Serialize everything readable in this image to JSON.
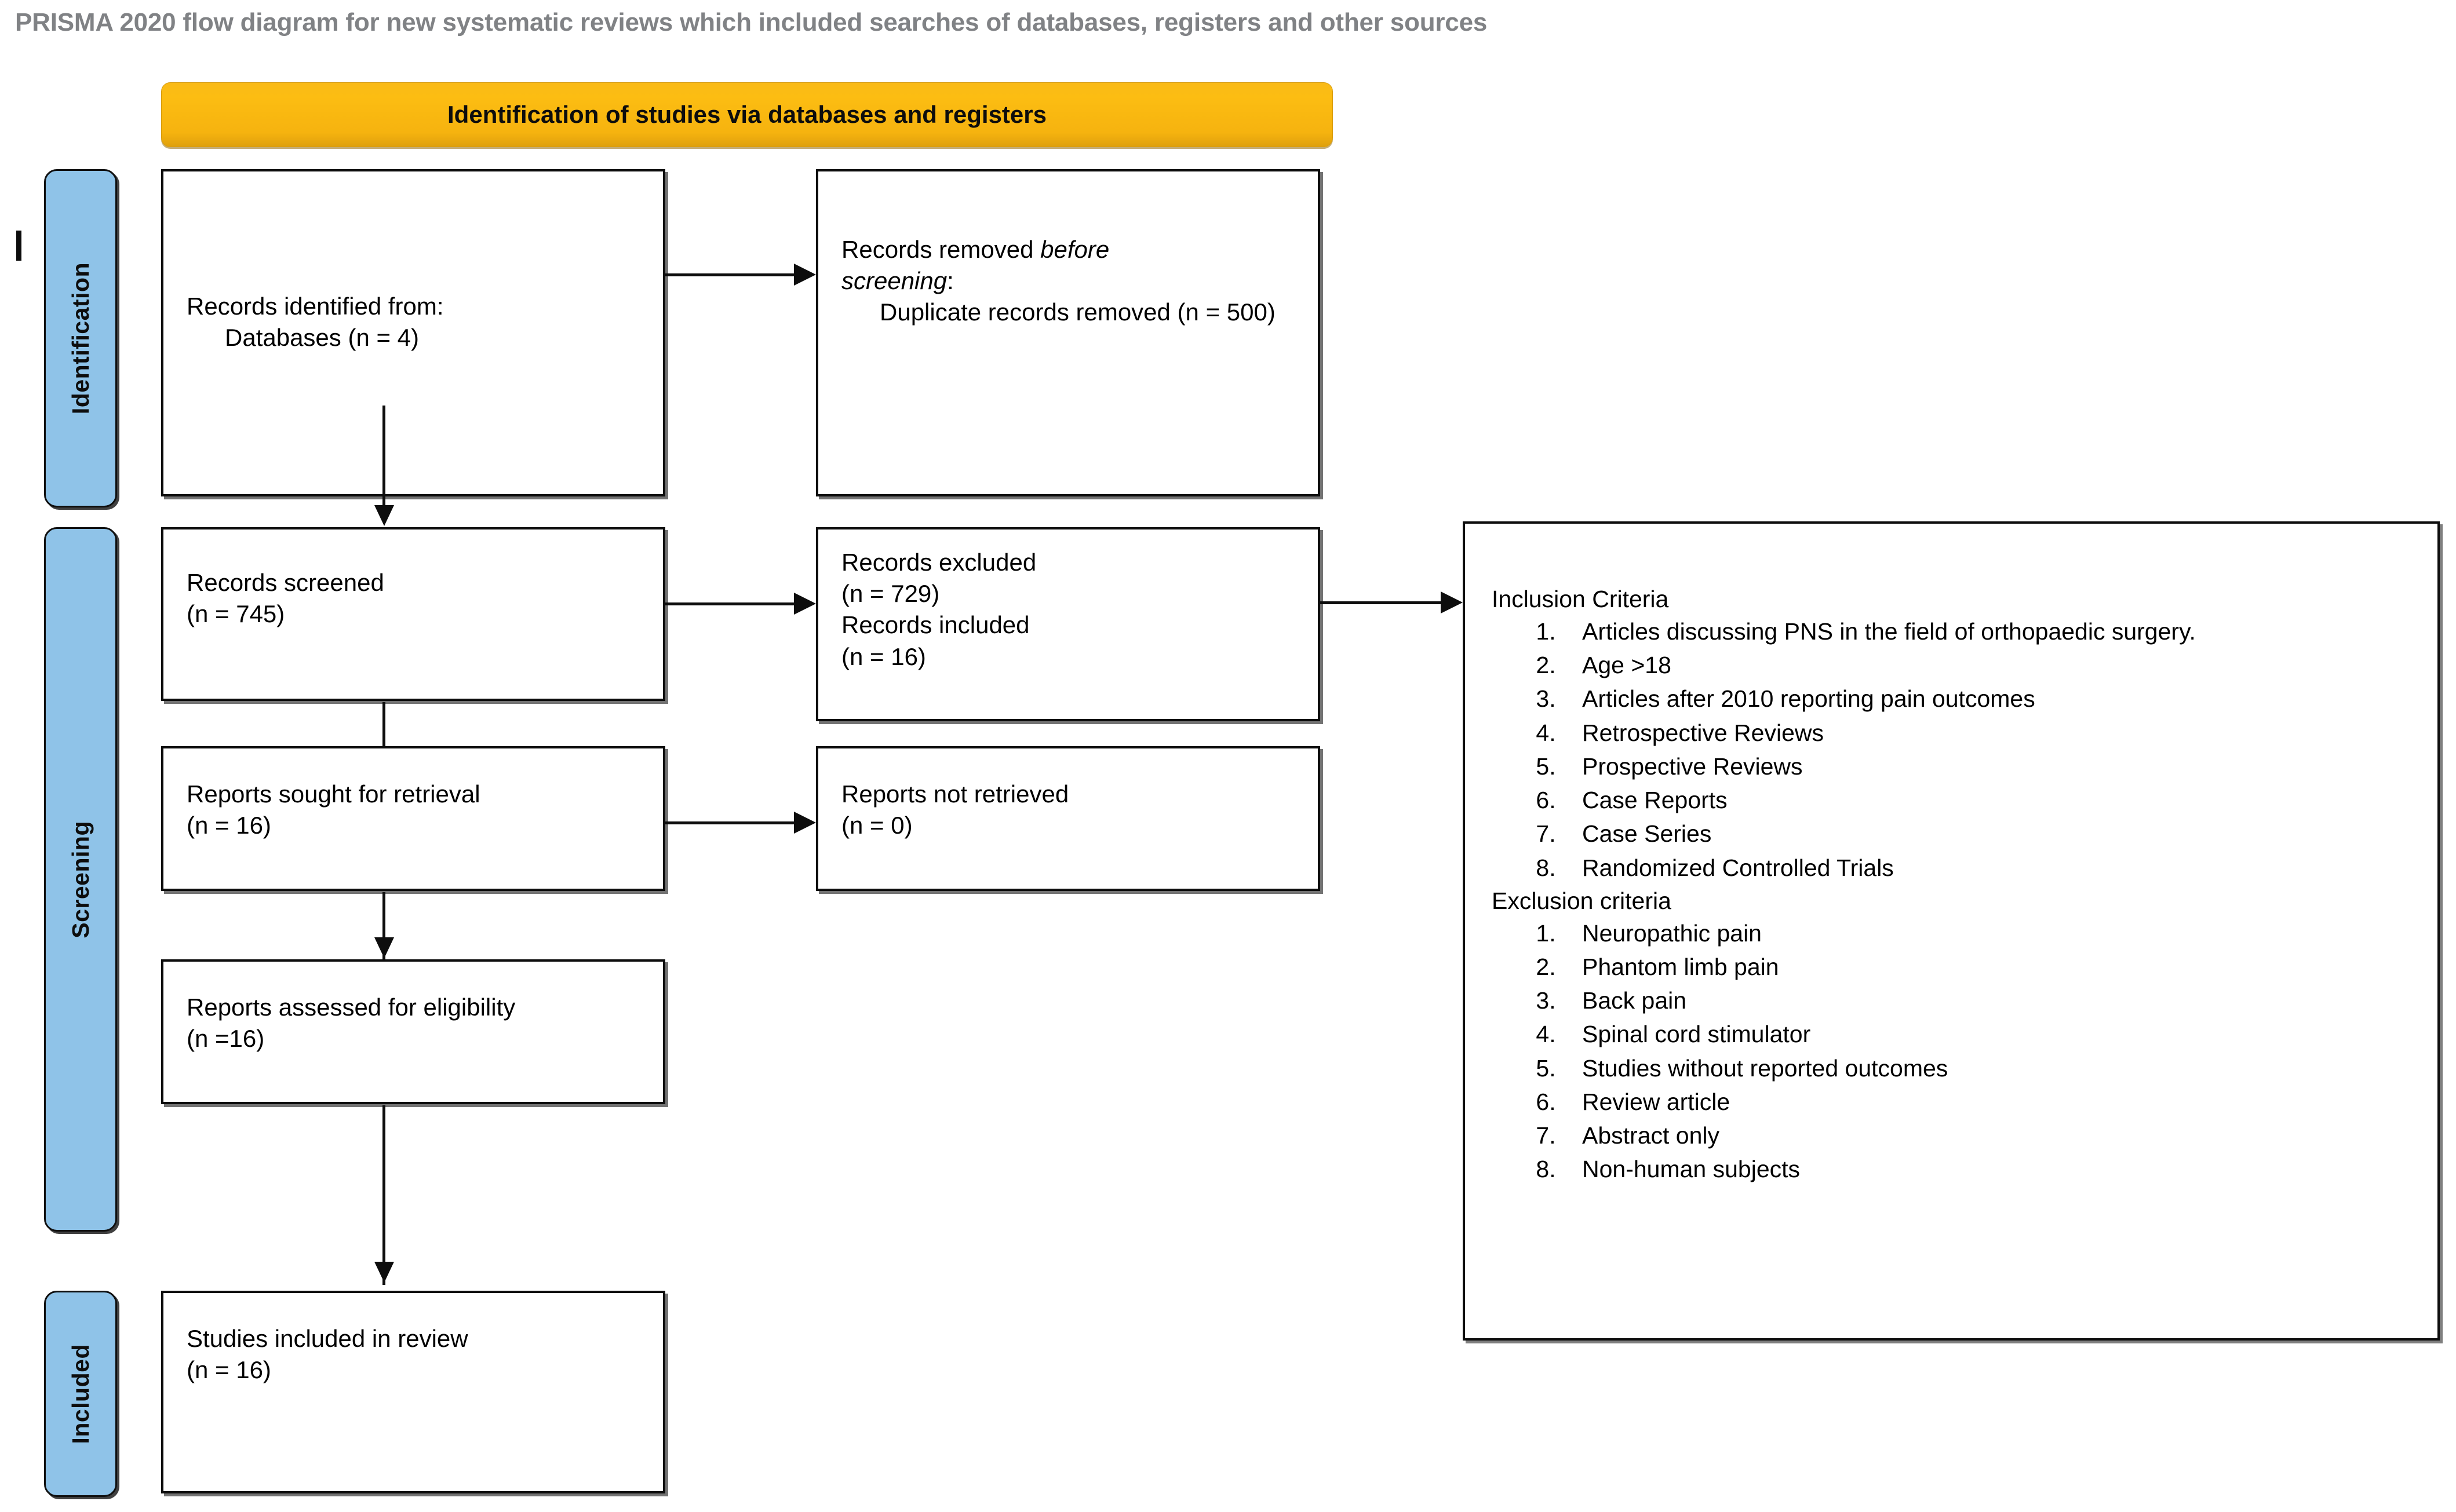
{
  "title": "PRISMA 2020 flow diagram for new systematic reviews which included searches of databases, registers and other sources",
  "banner": {
    "label": "Identification of studies via databases and registers",
    "color": "#fcbd12"
  },
  "rails": [
    {
      "label": "Identification",
      "color": "#8fc3e8"
    },
    {
      "label": "Screening",
      "color": "#8fc3e8"
    },
    {
      "label": "Included",
      "color": "#8fc3e8"
    }
  ],
  "boxes": {
    "records_identified": {
      "line1": "Records identified from:",
      "line2": "Databases (n = 4)"
    },
    "records_removed": {
      "line1_a": "Records removed ",
      "line1_em": "before",
      "line2_em": "screening",
      "line2_b": ":",
      "line3": "Duplicate records removed (n = 500)"
    },
    "records_screened": {
      "line1": "Records screened",
      "line2": "(n = 745)"
    },
    "records_excluded": {
      "line1": "Records excluded",
      "line2": "(n = 729)",
      "line3": "Records included",
      "line4": "(n = 16)"
    },
    "reports_sought": {
      "line1": "Reports sought for retrieval",
      "line2": "(n = 16)"
    },
    "reports_not_retrieved": {
      "line1": "Reports not retrieved",
      "line2": "(n = 0)"
    },
    "reports_assessed": {
      "line1": "Reports assessed for eligibility",
      "line2": "(n =16)"
    },
    "studies_included": {
      "line1": "Studies included in review",
      "line2": "(n = 16)"
    }
  },
  "criteria": {
    "inclusion_heading": "Inclusion Criteria",
    "inclusion_items": [
      "Articles discussing PNS in the field of orthopaedic surgery.",
      "Age >18",
      "Articles after 2010 reporting pain outcomes",
      "Retrospective Reviews",
      "Prospective Reviews",
      "Case Reports",
      "Case Series",
      "Randomized Controlled Trials"
    ],
    "exclusion_heading": "Exclusion criteria",
    "exclusion_items": [
      "Neuropathic pain",
      "Phantom limb pain",
      "Back pain",
      "Spinal cord stimulator",
      "Studies without reported outcomes",
      "Review article",
      "Abstract only",
      "Non-human subjects"
    ]
  }
}
